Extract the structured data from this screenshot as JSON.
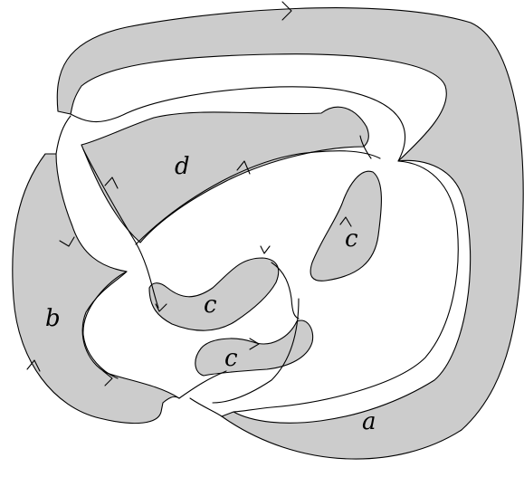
{
  "diagram": {
    "region_labels": {
      "a": "a",
      "b": "b",
      "c_right": "c",
      "c_middle": "c",
      "c_lower": "c",
      "d": "d"
    },
    "colors": {
      "shaded_region": "#cccccc",
      "outline": "#000000",
      "background": "#ffffff"
    }
  }
}
